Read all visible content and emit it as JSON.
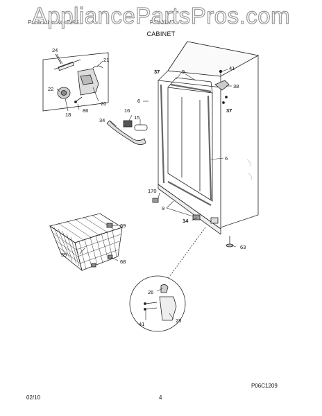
{
  "watermark": "AppliancePartsPros.com",
  "header": {
    "left": "Publication No. 5995...",
    "right": "FFU21M7..."
  },
  "section_title": "CABINET",
  "diagram_code": "P06C1209",
  "footer": {
    "date": "02/10",
    "page": "4"
  },
  "callouts": {
    "c24": "24",
    "c21": "21",
    "c22": "22",
    "c20": "20",
    "c86": "86",
    "c18": "18",
    "c37a": "37",
    "c9a": "9",
    "c6a": "6",
    "c41": "41",
    "c38": "38",
    "c37b": "37",
    "c16": "16",
    "c15": "15",
    "c34": "34",
    "c6b": "6",
    "c170": "170",
    "c9b": "9",
    "c14": "14",
    "c69": "69",
    "c59": "59",
    "c68": "68",
    "c63": "63",
    "c26": "26",
    "c41b": "41",
    "c28": "28"
  }
}
